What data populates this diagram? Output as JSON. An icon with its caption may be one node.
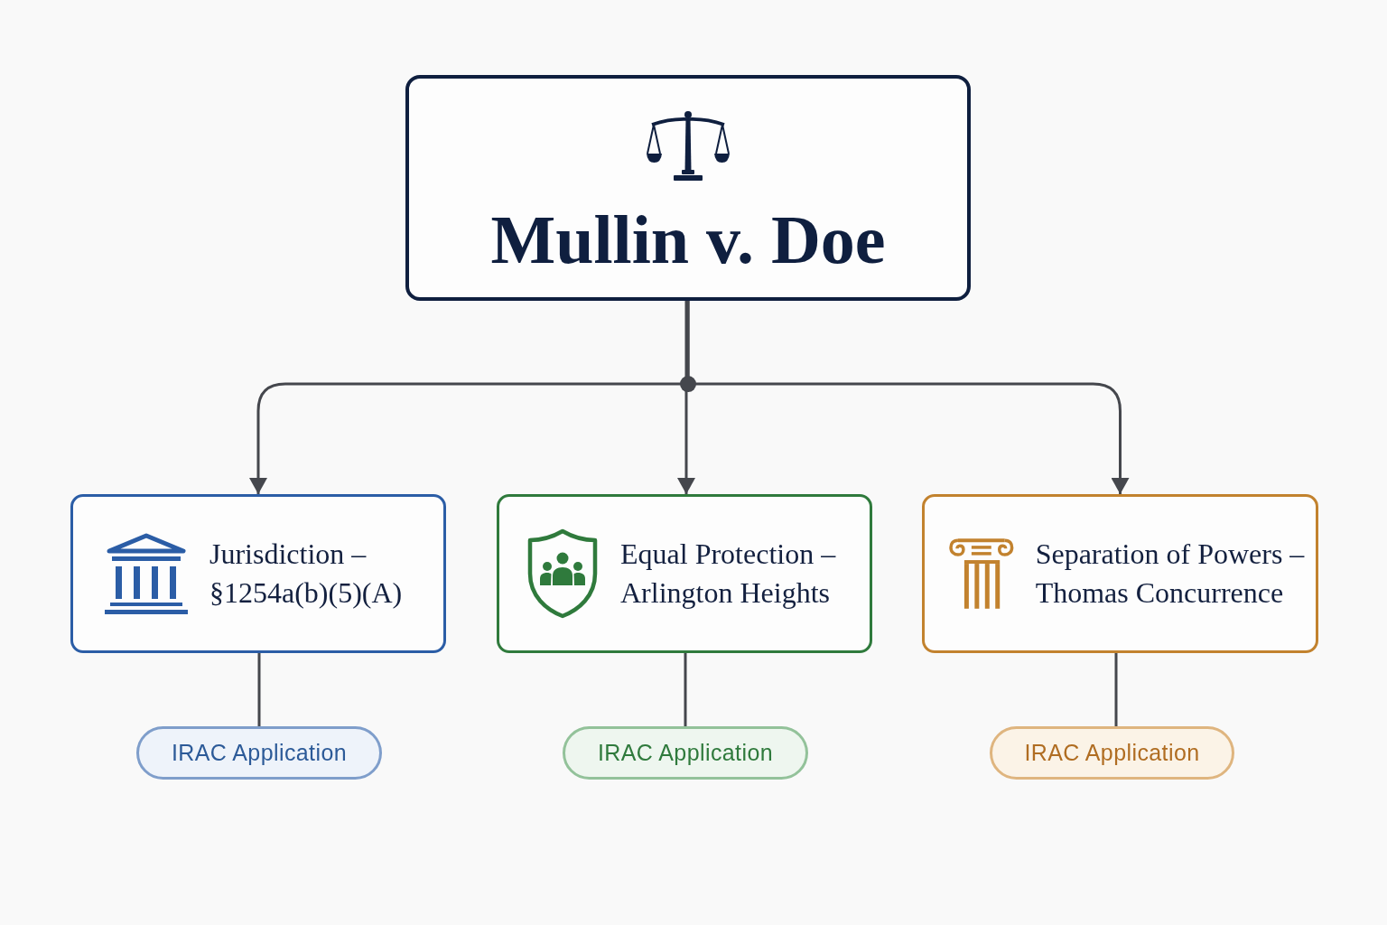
{
  "diagram": {
    "nodes": [
      {
        "text": [
          "Mullin v. Doe"
        ]
      },
      {
        "text": [
          "Jurisdiction – §1254a(b)(5)(A)"
        ]
      },
      {
        "text": [
          "Equal Protection – Arlington Heights"
        ]
      },
      {
        "text": [
          "Separation of Powers – Thomas Concurrence"
        ]
      },
      {
        "text": [
          "IRAC Application"
        ]
      },
      {
        "text": [
          "IRAC Application"
        ]
      },
      {
        "text": [
          "IRAC Application"
        ]
      }
    ],
    "edges": [
      {
        "from": 0,
        "to": 1,
        "arrow": "to"
      },
      {
        "from": 0,
        "to": 2,
        "arrow": "to"
      },
      {
        "from": 0,
        "to": 3,
        "arrow": "to"
      },
      {
        "from": 1,
        "to": 4,
        "arrow": "none"
      },
      {
        "from": 2,
        "to": 5,
        "arrow": "none"
      },
      {
        "from": 3,
        "to": 6,
        "arrow": "none"
      }
    ]
  }
}
